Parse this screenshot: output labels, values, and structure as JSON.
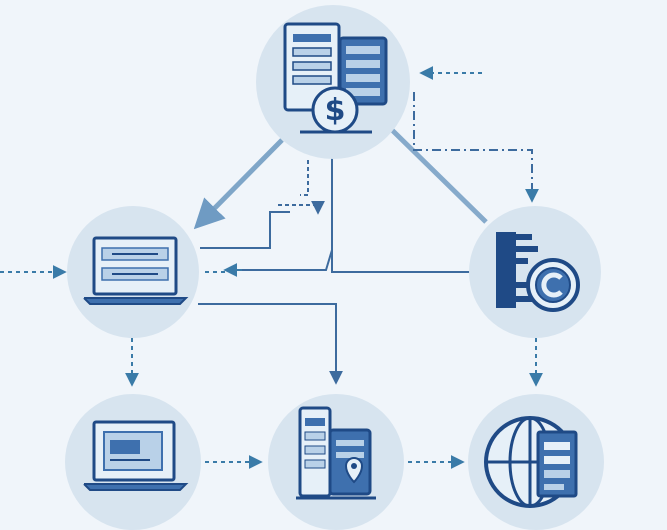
{
  "diagram": {
    "background": "#f0f5fa",
    "colors": {
      "node_fill": "#d7e4ef",
      "icon_dark": "#1f4a86",
      "icon_mid": "#3e70ae",
      "icon_light": "#b9d1e8",
      "icon_pale": "#e6f0f8",
      "line_dark": "#3d6b9e",
      "line_light": "#7fa6c8",
      "arrow_teal": "#3a7ba8"
    },
    "nodes": [
      {
        "id": "billing-server",
        "icon": "server-dollar-icon"
      },
      {
        "id": "dashboard-laptop",
        "icon": "laptop-settings-icon"
      },
      {
        "id": "cloud-service",
        "icon": "c-coin-server-icon"
      },
      {
        "id": "client-laptop",
        "icon": "laptop-card-icon"
      },
      {
        "id": "storage-rack",
        "icon": "server-rack-location-icon"
      },
      {
        "id": "global-database",
        "icon": "globe-database-icon"
      }
    ]
  }
}
